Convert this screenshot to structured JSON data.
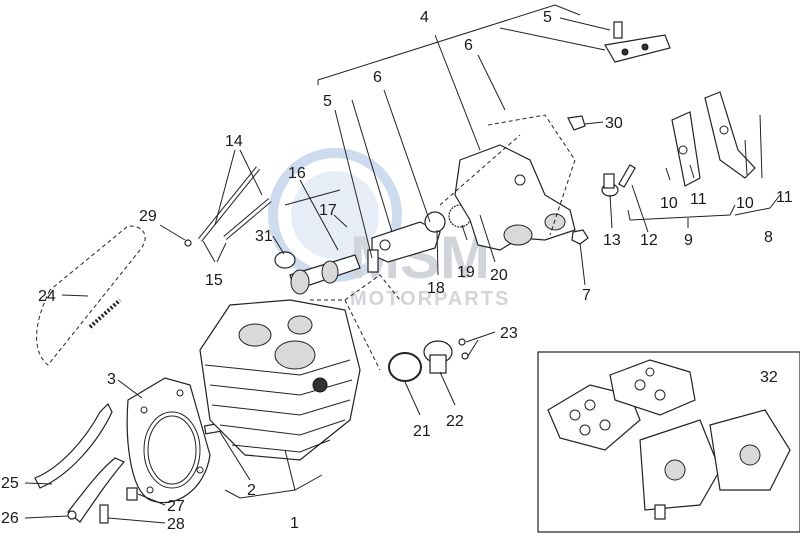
{
  "watermark": {
    "brand": "MSM",
    "tagline": "MOTORPARTS"
  },
  "callouts": [
    {
      "id": "c1",
      "text": "1"
    },
    {
      "id": "c2",
      "text": "2"
    },
    {
      "id": "c3",
      "text": "3"
    },
    {
      "id": "c4",
      "text": "4"
    },
    {
      "id": "c5a",
      "text": "5"
    },
    {
      "id": "c5b",
      "text": "5"
    },
    {
      "id": "c6a",
      "text": "6"
    },
    {
      "id": "c6b",
      "text": "6"
    },
    {
      "id": "c7",
      "text": "7"
    },
    {
      "id": "c8",
      "text": "8"
    },
    {
      "id": "c9",
      "text": "9"
    },
    {
      "id": "c10a",
      "text": "10"
    },
    {
      "id": "c10b",
      "text": "10"
    },
    {
      "id": "c11a",
      "text": "11"
    },
    {
      "id": "c11b",
      "text": "11"
    },
    {
      "id": "c12",
      "text": "12"
    },
    {
      "id": "c13",
      "text": "13"
    },
    {
      "id": "c14",
      "text": "14"
    },
    {
      "id": "c15",
      "text": "15"
    },
    {
      "id": "c16",
      "text": "16"
    },
    {
      "id": "c17",
      "text": "17"
    },
    {
      "id": "c18",
      "text": "18"
    },
    {
      "id": "c19",
      "text": "19"
    },
    {
      "id": "c20",
      "text": "20"
    },
    {
      "id": "c21",
      "text": "21"
    },
    {
      "id": "c22",
      "text": "22"
    },
    {
      "id": "c23",
      "text": "23"
    },
    {
      "id": "c24",
      "text": "24"
    },
    {
      "id": "c25",
      "text": "25"
    },
    {
      "id": "c26",
      "text": "26"
    },
    {
      "id": "c27",
      "text": "27"
    },
    {
      "id": "c28",
      "text": "28"
    },
    {
      "id": "c29",
      "text": "29"
    },
    {
      "id": "c30",
      "text": "30"
    },
    {
      "id": "c31",
      "text": "31"
    },
    {
      "id": "c32",
      "text": "32"
    }
  ],
  "colors": {
    "line": "#222222",
    "watermark_blue": "#8fb0d8",
    "watermark_gray": "#b9bec4"
  }
}
